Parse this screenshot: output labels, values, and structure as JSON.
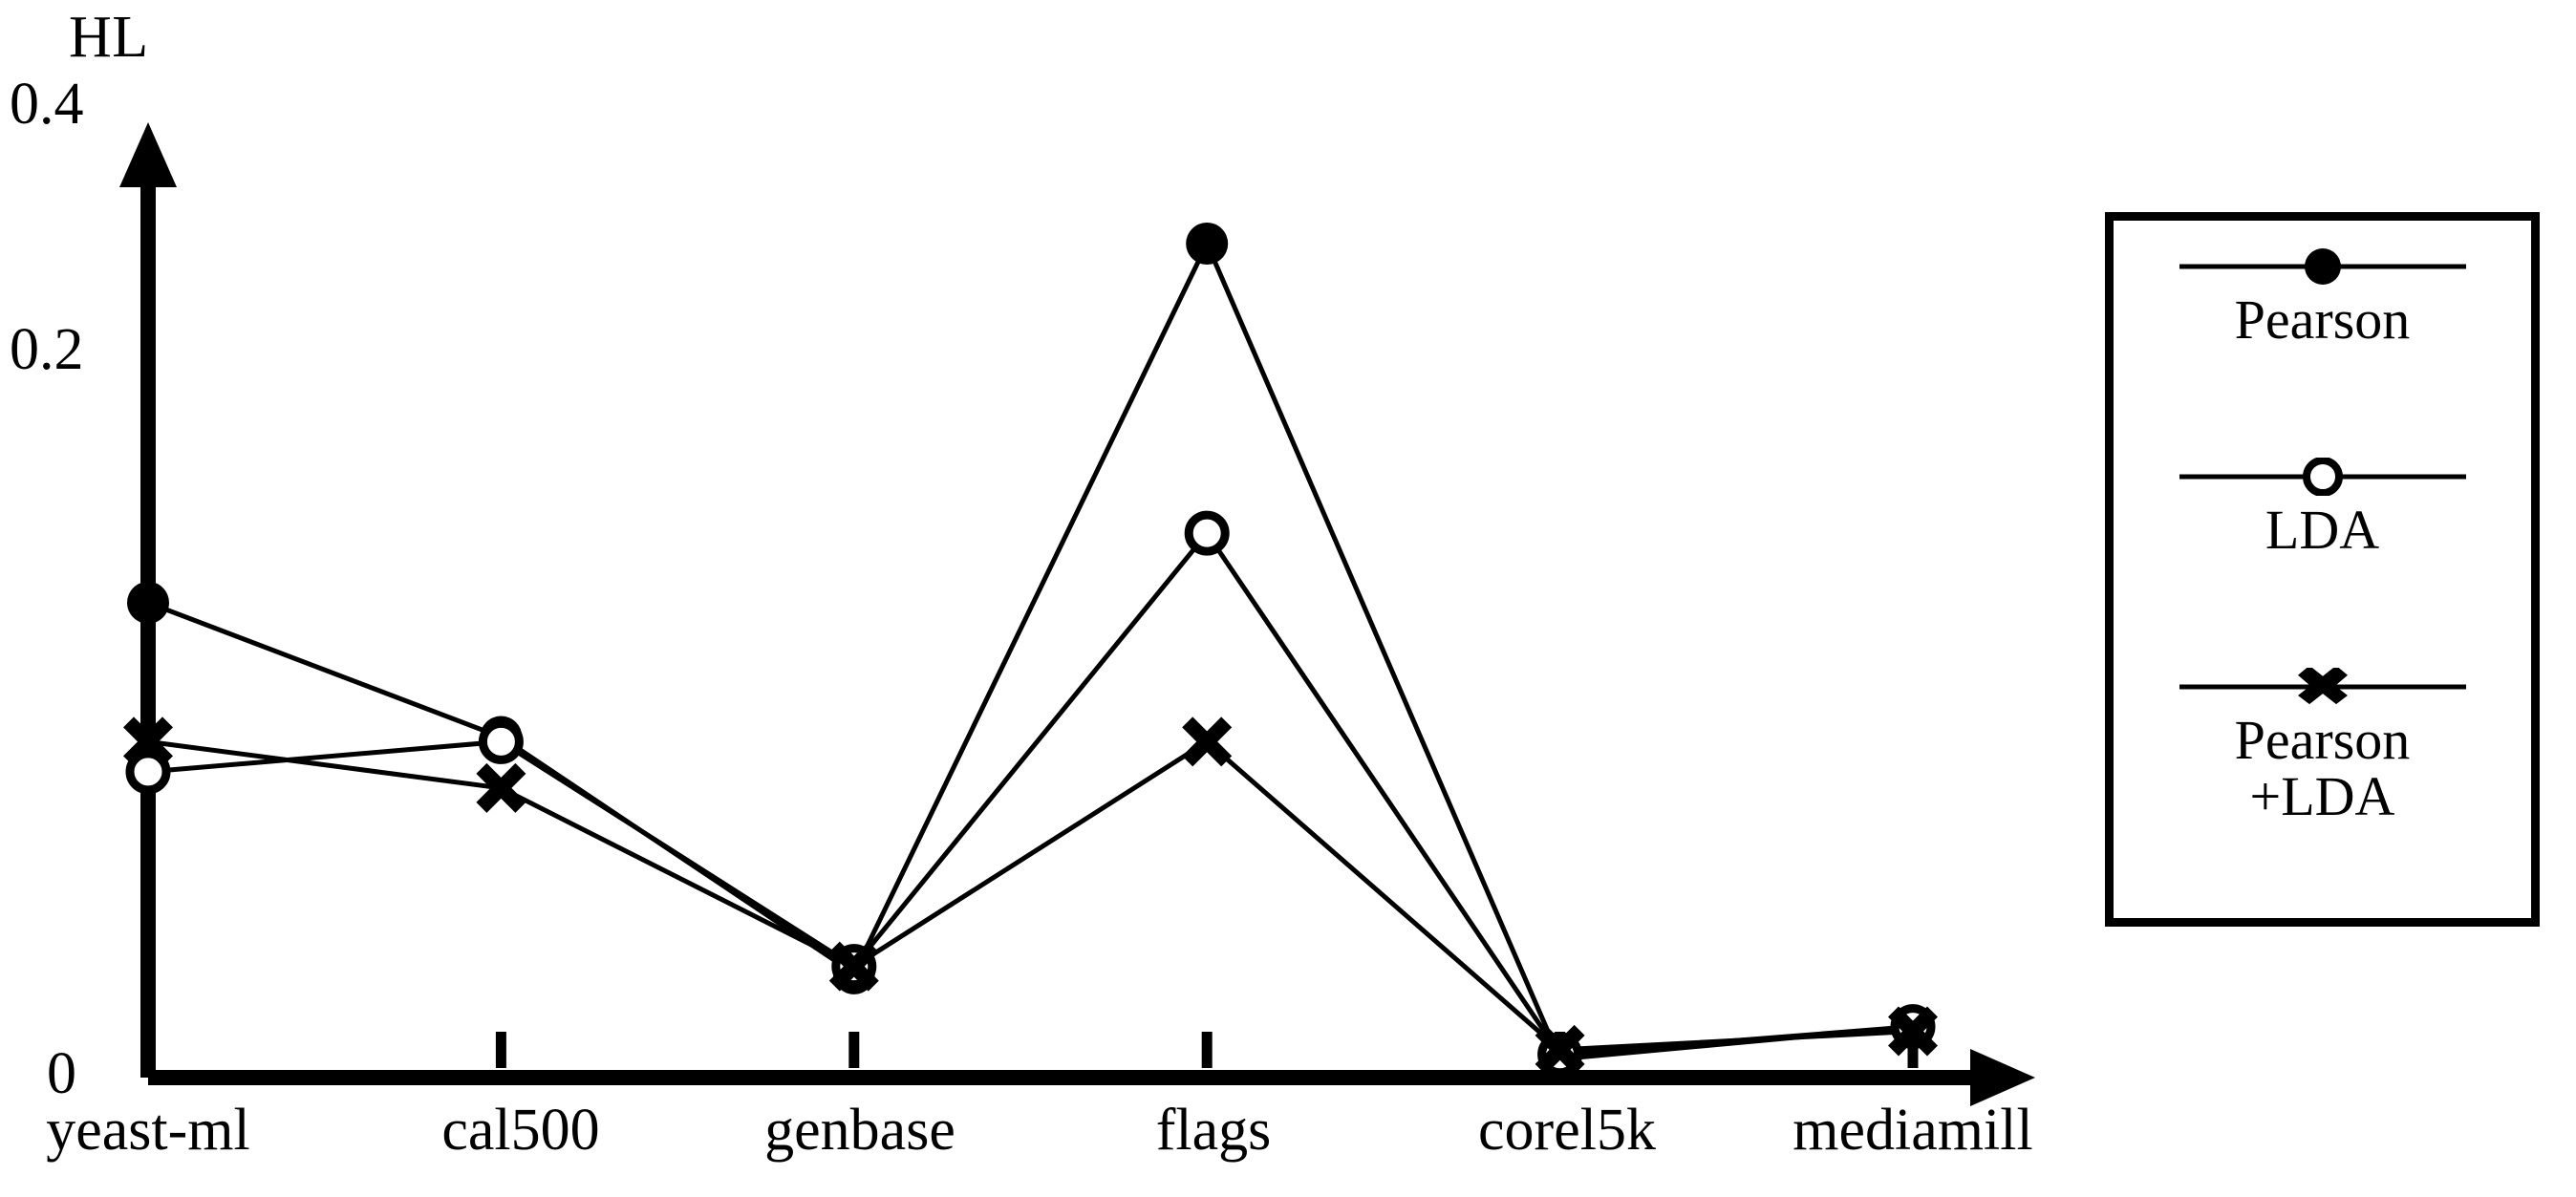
{
  "chart_data": {
    "type": "line",
    "title": "",
    "ylabel": "HL",
    "xlabel": "",
    "categories": [
      "yeast-ml",
      "cal500",
      "genbase",
      "flags",
      "corel5k",
      "mediamill"
    ],
    "ylim": [
      0,
      0.4
    ],
    "yticks": [
      0,
      0.2,
      0.4
    ],
    "ytick_labels": [
      "0",
      "0.2",
      "0.4"
    ],
    "grid": false,
    "legend_position": "right",
    "series": [
      {
        "name": "Pearson",
        "marker": "filled-circle",
        "values": [
          0.205,
          0.147,
          0.045,
          0.36,
          0.008,
          0.022
        ]
      },
      {
        "name": "LDA",
        "marker": "open-circle",
        "values": [
          0.132,
          0.145,
          0.048,
          0.235,
          0.01,
          0.022
        ]
      },
      {
        "name": "Pearson\n+LDA",
        "marker": "cross-x",
        "values": [
          0.145,
          0.125,
          0.048,
          0.145,
          0.012,
          0.02
        ]
      }
    ]
  },
  "axis": {
    "y_title": "HL",
    "y_tick_top": "0.4",
    "y_tick_mid": "0.2",
    "y_tick_zero": "0"
  },
  "x_labels": {
    "c0": "yeast-ml",
    "c1": "cal500",
    "c2": "genbase",
    "c3": "flags",
    "c4": "corel5k",
    "c5": "mediamill"
  },
  "legend": {
    "entries": [
      {
        "label": "Pearson",
        "marker": "filled-circle-icon"
      },
      {
        "label": "LDA",
        "marker": "open-circle-icon"
      },
      {
        "label": "Pearson\n+LDA",
        "marker": "cross-x-icon"
      }
    ]
  },
  "colors": {
    "ink": "#000000",
    "background": "#ffffff"
  }
}
